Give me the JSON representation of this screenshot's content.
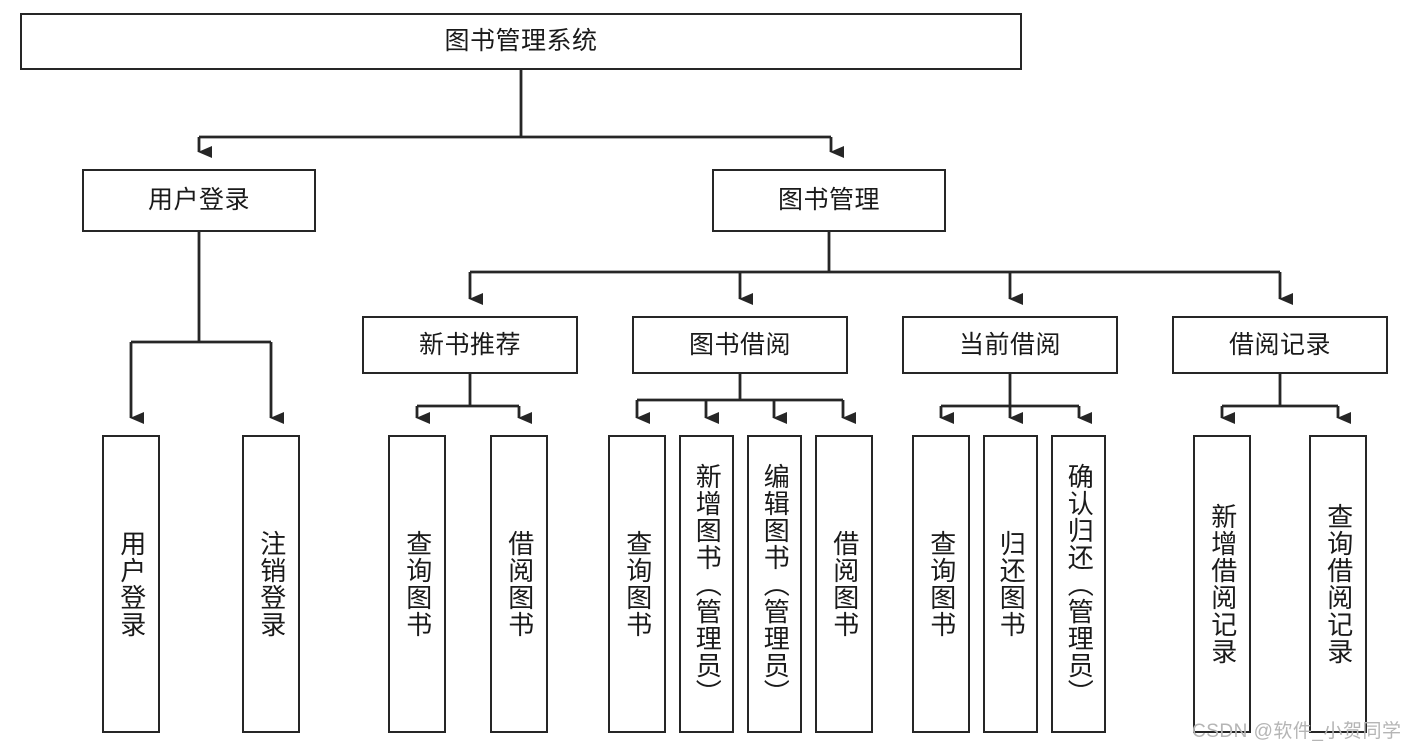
{
  "diagram": {
    "title": "图书管理系统",
    "type": "hierarchy-tree",
    "colors": {
      "stroke": "#262626",
      "fill": "#ffffff",
      "text": "#1a1a1a",
      "watermark": "#b5b5b5"
    },
    "levels": {
      "root": {
        "label": "图书管理系统"
      },
      "level2": [
        {
          "label": "用户登录"
        },
        {
          "label": "图书管理"
        }
      ],
      "level3": [
        {
          "label": "新书推荐"
        },
        {
          "label": "图书借阅"
        },
        {
          "label": "当前借阅"
        },
        {
          "label": "借阅记录"
        }
      ],
      "leaves": [
        {
          "label": "用户登录",
          "parent": "用户登录"
        },
        {
          "label": "注销登录",
          "parent": "用户登录"
        },
        {
          "label": "查询图书",
          "parent": "新书推荐"
        },
        {
          "label": "借阅图书",
          "parent": "新书推荐"
        },
        {
          "label": "查询图书",
          "parent": "图书借阅"
        },
        {
          "label": "新增图书（管理员）",
          "parent": "图书借阅"
        },
        {
          "label": "编辑图书（管理员）",
          "parent": "图书借阅"
        },
        {
          "label": "借阅图书",
          "parent": "图书借阅"
        },
        {
          "label": "查询图书",
          "parent": "当前借阅"
        },
        {
          "label": "归还图书",
          "parent": "当前借阅"
        },
        {
          "label": "确认归还（管理员）",
          "parent": "当前借阅"
        },
        {
          "label": "新增借阅记录",
          "parent": "借阅记录"
        },
        {
          "label": "查询借阅记录",
          "parent": "借阅记录"
        }
      ]
    },
    "watermark": "CSDN @软件_小贺同学"
  }
}
